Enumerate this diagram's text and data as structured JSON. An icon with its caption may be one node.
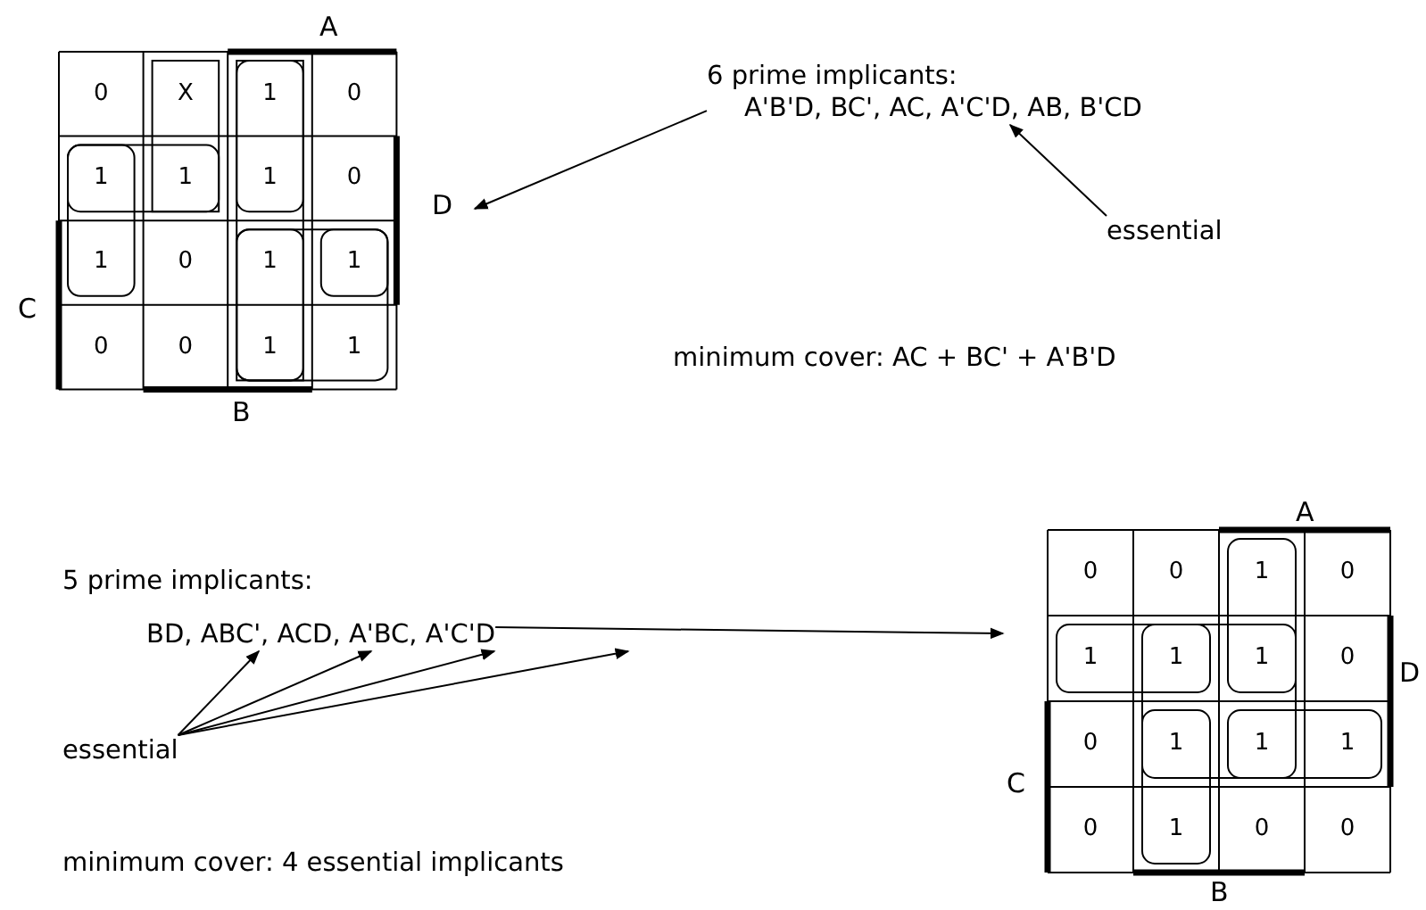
{
  "diagram": {
    "nodes": [
      {
        "text": [
          "0",
          "X",
          "1",
          "0",
          "1",
          "1",
          "1",
          "0",
          "1",
          "0",
          "1",
          "1",
          "0",
          "0",
          "1",
          "1"
        ],
        "beside": [
          "A",
          "D",
          "C",
          "B"
        ]
      },
      {
        "text": [
          "6 prime implicants:",
          "A'B'D, BC', AC, A'C'D, AB, B'CD"
        ]
      },
      {
        "text": [
          "essential"
        ]
      },
      {
        "text": [
          "5 prime implicants:",
          "BD, ABC', ACD, A'BC, A'C'D"
        ]
      },
      {
        "text": [
          "essential"
        ]
      },
      {
        "text": [
          "0",
          "0",
          "1",
          "0",
          "1",
          "1",
          "1",
          "0",
          "0",
          "1",
          "1",
          "1",
          "0",
          "1",
          "0",
          "0"
        ],
        "beside": [
          "A",
          "D",
          "C",
          "B"
        ]
      }
    ],
    "edges": [
      {
        "from": 1,
        "to": 0,
        "arrow": "to"
      },
      {
        "from": 2,
        "to": 1,
        "arrow": "to"
      },
      {
        "from": 4,
        "to": 3,
        "arrow": "to"
      },
      {
        "from": 4,
        "to": 3,
        "arrow": "to"
      },
      {
        "from": 4,
        "to": 3,
        "arrow": "to"
      },
      {
        "from": 4,
        "to": 3,
        "arrow": "to"
      },
      {
        "from": 3,
        "to": 5,
        "arrow": "to"
      }
    ],
    "labels": [
      "minimum cover: AC + BC' + A'B'D",
      "minimum cover: 4 essential implicants"
    ]
  }
}
